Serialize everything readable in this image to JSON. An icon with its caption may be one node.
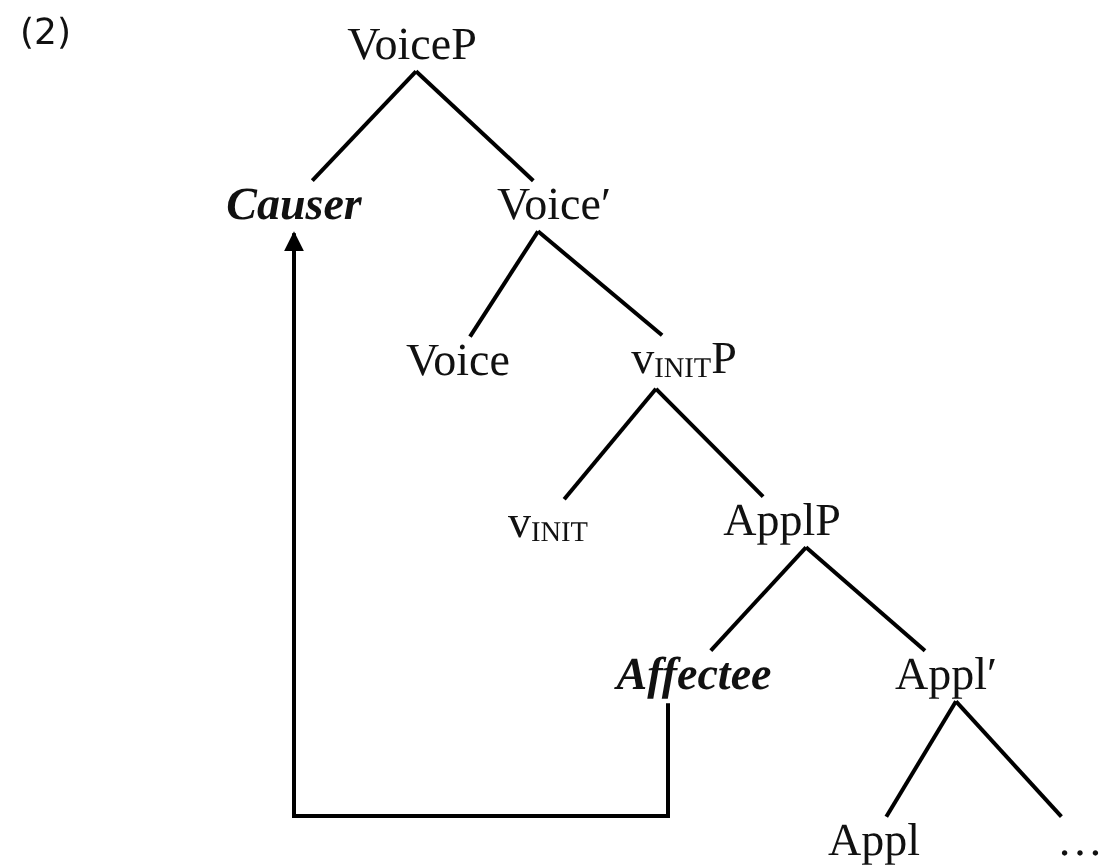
{
  "diagram": {
    "nodes": [
      {
        "text": [
          "VoiceP"
        ]
      },
      {
        "text": [
          "Causer"
        ]
      },
      {
        "text": [
          "Voice′"
        ]
      },
      {
        "text": [
          "Voice"
        ]
      },
      {
        "text": [
          "v$_{INIT}$P"
        ]
      },
      {
        "text": [
          "v$_{INIT}$"
        ]
      },
      {
        "text": [
          "ApplP"
        ]
      },
      {
        "text": [
          "Affectee"
        ]
      },
      {
        "text": [
          "Appl′"
        ]
      },
      {
        "text": [
          "Appl"
        ]
      },
      {
        "text": [
          "…"
        ]
      }
    ],
    "edges": [
      {
        "from": 0,
        "to": 1,
        "arrow": "none"
      },
      {
        "from": 0,
        "to": 2,
        "arrow": "none"
      },
      {
        "from": 2,
        "to": 3,
        "arrow": "none"
      },
      {
        "from": 2,
        "to": 4,
        "arrow": "none"
      },
      {
        "from": 4,
        "to": 5,
        "arrow": "none"
      },
      {
        "from": 4,
        "to": 6,
        "arrow": "none"
      },
      {
        "from": 6,
        "to": 7,
        "arrow": "none"
      },
      {
        "from": 6,
        "to": 8,
        "arrow": "none"
      },
      {
        "from": 8,
        "to": 9,
        "arrow": "none"
      },
      {
        "from": 8,
        "to": 10,
        "arrow": "none"
      },
      {
        "from": 7,
        "to": 1,
        "arrow": "to"
      }
    ],
    "labels": [
      "(2)"
    ]
  }
}
